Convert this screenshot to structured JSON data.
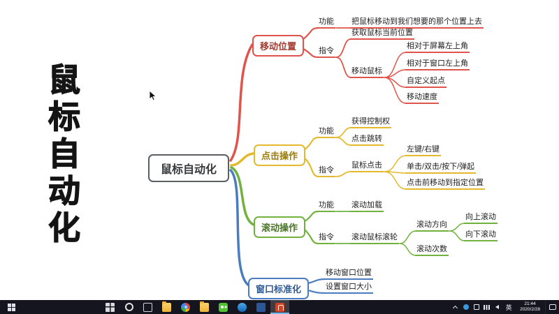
{
  "vertical_title": {
    "text": "鼠标自动化"
  },
  "mindmap": {
    "root": {
      "label": "鼠标自动化"
    },
    "branches": [
      {
        "label": "移动位置",
        "color": "#e0544b",
        "children": [
          {
            "label": "功能",
            "children": [
              {
                "label": "把鼠标移动到我们想要的那个位置上去"
              }
            ]
          },
          {
            "label": "指令",
            "children": [
              {
                "label": "获取鼠标当前位置"
              },
              {
                "label": "移动鼠标",
                "children": [
                  {
                    "label": "相对于屏幕左上角"
                  },
                  {
                    "label": "相对于窗口左上角"
                  },
                  {
                    "label": "自定义起点"
                  },
                  {
                    "label": "移动速度"
                  }
                ]
              }
            ]
          }
        ]
      },
      {
        "label": "点击操作",
        "color": "#e5b92d",
        "children": [
          {
            "label": "功能",
            "children": [
              {
                "label": "获得控制权"
              },
              {
                "label": "点击跳转"
              }
            ]
          },
          {
            "label": "指令",
            "children": [
              {
                "label": "鼠标点击",
                "children": [
                  {
                    "label": "左键/右键"
                  },
                  {
                    "label": "单击/双击/按下/弹起"
                  },
                  {
                    "label": "点击前移动到指定位置"
                  }
                ]
              }
            ]
          }
        ]
      },
      {
        "label": "滚动操作",
        "color": "#71b23e",
        "children": [
          {
            "label": "功能",
            "children": [
              {
                "label": "滚动加载"
              }
            ]
          },
          {
            "label": "指令",
            "children": [
              {
                "label": "滚动鼠标滚轮",
                "children": [
                  {
                    "label": "滚动方向",
                    "children": [
                      {
                        "label": "向上滚动"
                      },
                      {
                        "label": "向下滚动"
                      }
                    ]
                  },
                  {
                    "label": "滚动次数"
                  }
                ]
              }
            ]
          }
        ]
      },
      {
        "label": "窗口标准化",
        "color": "#4a7cc0",
        "children": [
          {
            "label": "移动窗口位置"
          },
          {
            "label": "设置窗口大小"
          }
        ]
      }
    ]
  },
  "taskbar": {
    "start_icon": "windows-logo",
    "app_icons": [
      "app-grid",
      "cortana",
      "task-view",
      "file-explorer",
      "chrome-browser",
      "folder",
      "wechat",
      "qq",
      "notes",
      "powerpoint"
    ],
    "active_app": "powerpoint",
    "tray_icons": [
      "tray-expand-chevron",
      "onedrive",
      "background-app",
      "network",
      "volume"
    ],
    "input_indicator": "英",
    "time": "21:44",
    "date": "2020/2/28",
    "colors": {
      "taskbar_bg": "#15151f",
      "active_highlight": "#76b9ed"
    }
  }
}
